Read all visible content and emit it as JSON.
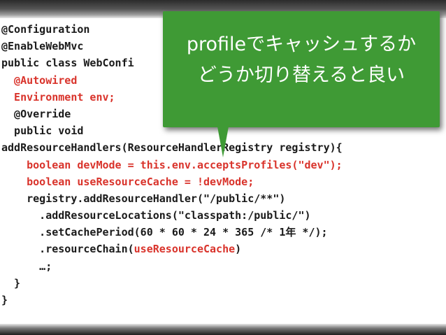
{
  "code": {
    "lines": [
      {
        "segments": [
          {
            "text": "@Configuration",
            "highlight": false
          }
        ]
      },
      {
        "segments": [
          {
            "text": "@EnableWebMvc",
            "highlight": false
          }
        ]
      },
      {
        "segments": [
          {
            "text": "public class WebConfi",
            "highlight": false
          }
        ]
      },
      {
        "segments": [
          {
            "text": "  @Autowired",
            "highlight": true
          }
        ]
      },
      {
        "segments": [
          {
            "text": "  Environment env;",
            "highlight": true
          }
        ]
      },
      {
        "segments": [
          {
            "text": "  @Override",
            "highlight": false
          }
        ]
      },
      {
        "segments": [
          {
            "text": "  public void",
            "highlight": false
          }
        ]
      },
      {
        "segments": [
          {
            "text": "addResourceHandlers(ResourceHandlerRegistry registry){",
            "highlight": false
          }
        ]
      },
      {
        "segments": [
          {
            "text": "    boolean devMode = this.env.acceptsProfiles(\"dev\");",
            "highlight": true
          }
        ]
      },
      {
        "segments": [
          {
            "text": "    boolean useResourceCache = !devMode;",
            "highlight": true
          }
        ]
      },
      {
        "segments": [
          {
            "text": "    registry.addResourceHandler(\"/public/**\")",
            "highlight": false
          }
        ]
      },
      {
        "segments": [
          {
            "text": "      .addResourceLocations(\"classpath:/public/\")",
            "highlight": false
          }
        ]
      },
      {
        "segments": [
          {
            "text": "      .setCachePeriod(60 * 60 * 24 * 365 /* 1年 */);",
            "highlight": false
          }
        ]
      },
      {
        "segments": [
          {
            "text": "      .resourceChain(",
            "highlight": false
          },
          {
            "text": "useResourceCache",
            "highlight": true
          },
          {
            "text": ")",
            "highlight": false
          }
        ]
      },
      {
        "segments": [
          {
            "text": "      …;",
            "highlight": false
          }
        ]
      },
      {
        "segments": [
          {
            "text": "  }",
            "highlight": false
          }
        ]
      },
      {
        "segments": [
          {
            "text": "}",
            "highlight": false
          }
        ]
      }
    ],
    "highlight_color": "#d9332b",
    "text_color": "#1a1a1a"
  },
  "callout": {
    "line1": "profileでキャッシュするか",
    "line2": "どうか切り替えると良い",
    "background_color": "#3f9a35",
    "text_color": "#ffffff"
  }
}
